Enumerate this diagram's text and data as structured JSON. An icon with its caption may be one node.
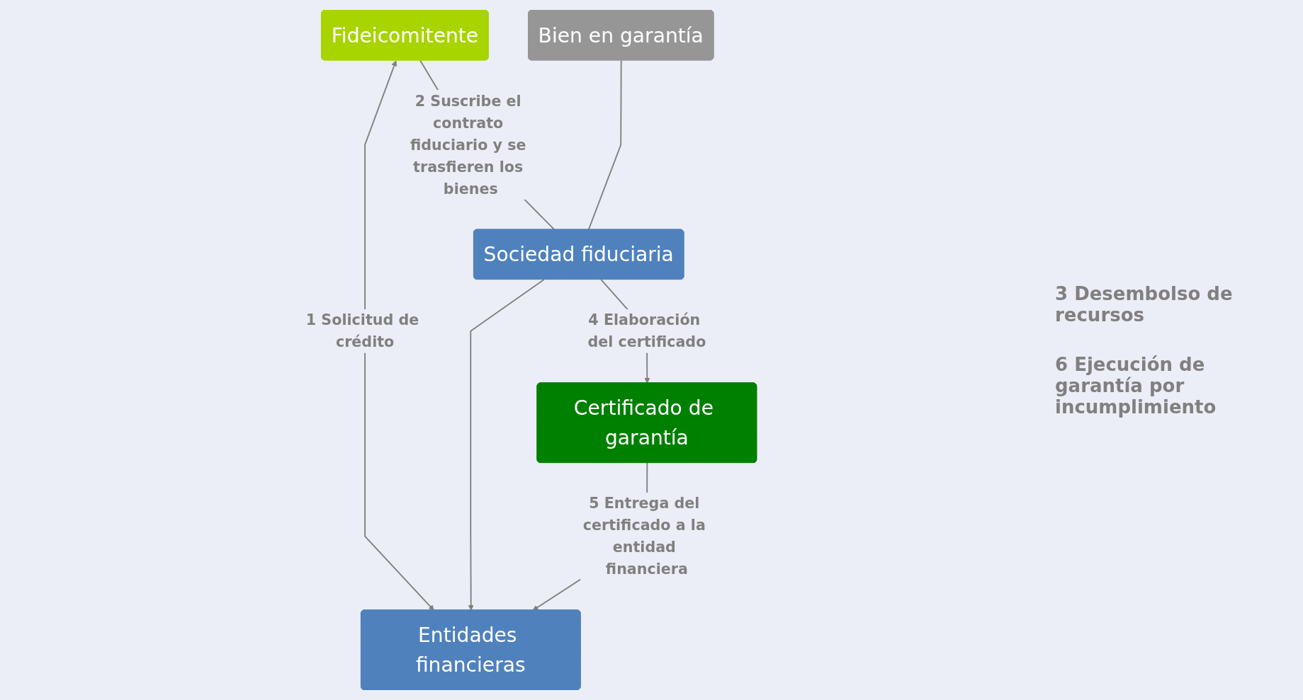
{
  "diagram": {
    "nodes": [
      {
        "text": [
          "Fideicomitente"
        ]
      },
      {
        "text": [
          "Bien en garantía"
        ]
      },
      {
        "text": [
          "Sociedad fiduciaria"
        ]
      },
      {
        "text": [
          "Entidades financieras"
        ]
      },
      {
        "text": [
          "Certificado de garantía"
        ]
      }
    ],
    "edges": [
      {
        "from": 0,
        "to": 3,
        "arrow": "both",
        "label": "1 Solicitud de crédito"
      },
      {
        "from": 0,
        "to": 2,
        "arrow": "none",
        "label": "2 Suscribe el contrato fiduciario y se trasfieren los bienes"
      },
      {
        "from": 1,
        "to": 2,
        "arrow": "none"
      },
      {
        "from": 2,
        "to": 4,
        "arrow": "to",
        "label": "4 Elaboración del certificado"
      },
      {
        "from": 2,
        "to": 3,
        "arrow": "to"
      },
      {
        "from": 4,
        "to": 3,
        "arrow": "to",
        "label": "5 Entrega del certificado a la entidad financiera"
      }
    ],
    "labels": [
      "3 Desembolso de recursos",
      "6 Ejecución de garantía por incumplimiento"
    ]
  }
}
